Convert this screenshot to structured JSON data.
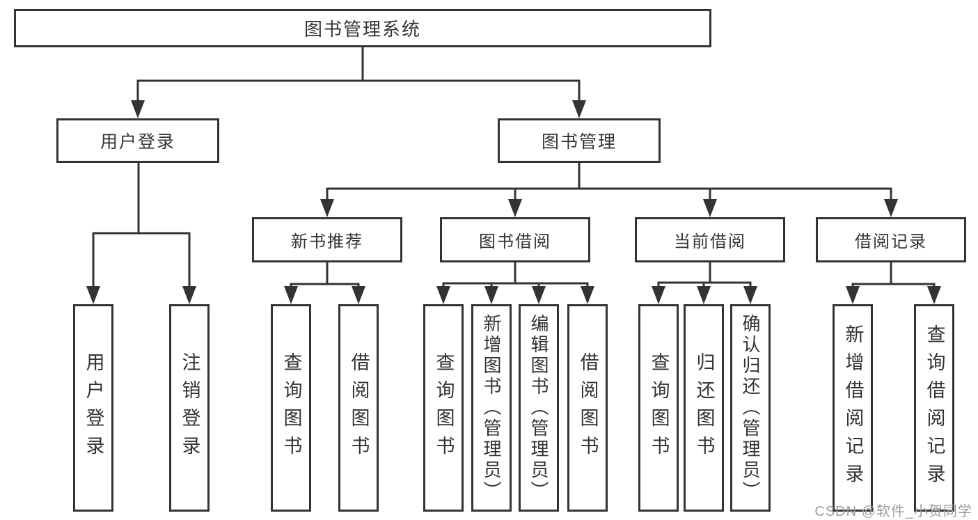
{
  "tree": {
    "root": "图书管理系统",
    "level2": {
      "user_login": "用户登录",
      "book_management": "图书管理"
    },
    "level3": {
      "new_book_recommend": "新书推荐",
      "book_borrow": "图书借阅",
      "current_borrow": "当前借阅",
      "borrow_records": "借阅记录"
    },
    "leaves": {
      "user_login": [
        "用户登录",
        "注销登录"
      ],
      "new_book": [
        "查询图书",
        "借阅图书"
      ],
      "book_borrow": [
        "查询图书",
        "新增图书（管理员）",
        "编辑图书（管理员）",
        "借阅图书"
      ],
      "current_borrow": [
        "查询图书",
        "归还图书",
        "确认归还（管理员）"
      ],
      "borrow_records": [
        "新增借阅记录",
        "查询借阅记录"
      ]
    }
  },
  "watermark": {
    "text": "CSDN @软件_小贺同学"
  },
  "colors": {
    "line": "#333333",
    "text": "#333333",
    "watermark": "#9e9e9e",
    "background": "#ffffff"
  }
}
